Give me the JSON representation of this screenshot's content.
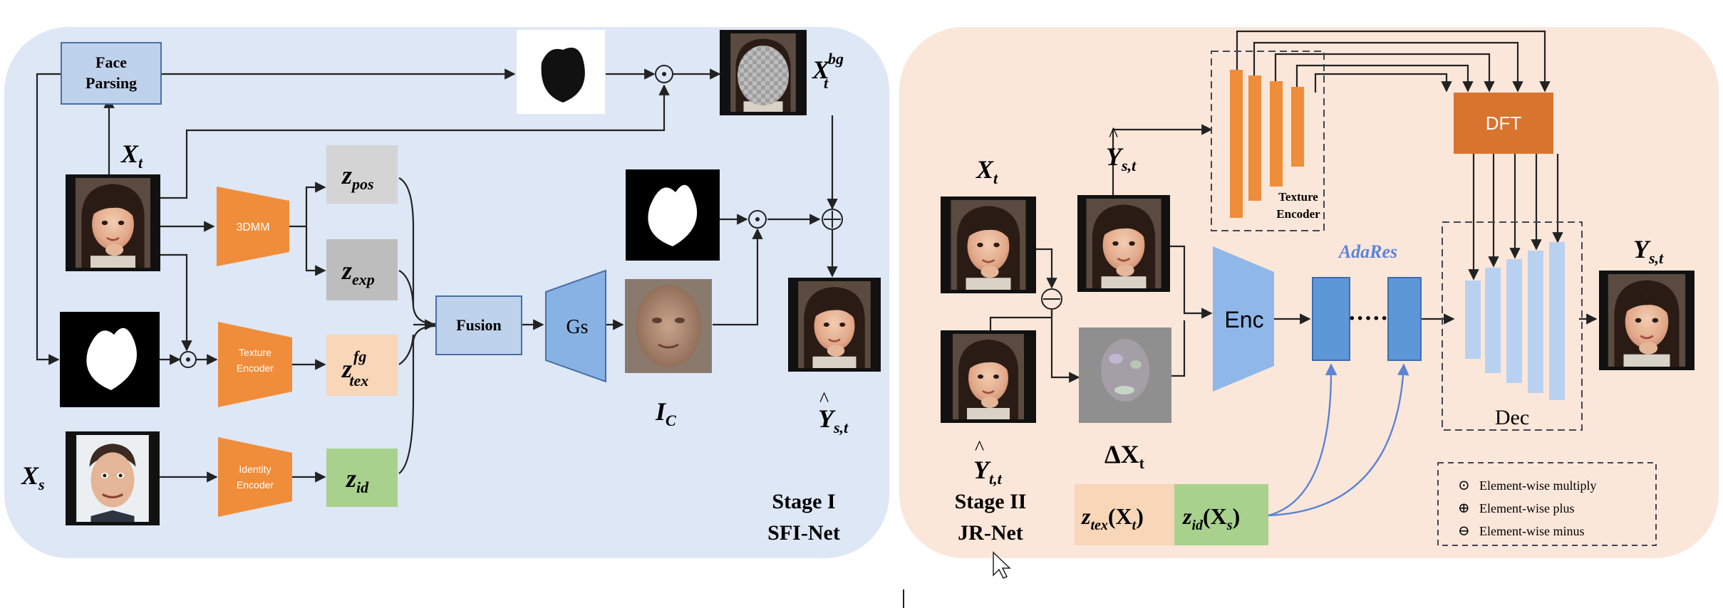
{
  "stage1": {
    "face_parsing": [
      "Face",
      "Parsing"
    ],
    "threedmm": "3DMM",
    "texture_encoder": [
      "Texture",
      "Encoder"
    ],
    "identity_encoder": [
      "Identity",
      "Encoder"
    ],
    "fusion": "Fusion",
    "gs": "Gs",
    "xt": {
      "base": "X",
      "sub": "t"
    },
    "xs": {
      "base": "X",
      "sub": "s"
    },
    "xt_bg": {
      "base": "X",
      "sub": "t",
      "sup": "bg"
    },
    "z_pos": {
      "base": "z",
      "sub": "pos"
    },
    "z_exp": {
      "base": "z",
      "sub": "exp"
    },
    "z_tex_fg": {
      "base": "z",
      "sub": "tex",
      "sup": "fg"
    },
    "z_id": {
      "base": "z",
      "sub": "id"
    },
    "ic": {
      "base": "I",
      "sub": "C"
    },
    "y_hat_st": {
      "base": "Y",
      "sub": "s,t",
      "hat": "^"
    },
    "title": [
      "Stage I",
      "SFI-Net"
    ]
  },
  "stage2": {
    "xt": {
      "base": "X",
      "sub": "t"
    },
    "y_hat_st": {
      "base": "Y",
      "sub": "s,t",
      "hat": "^"
    },
    "y_hat_tt": {
      "base": "Y",
      "sub": "t,t",
      "hat": "^"
    },
    "delta_xt": {
      "base": "ΔX",
      "sub": "t"
    },
    "texture_encoder": [
      "Texture",
      "Encoder"
    ],
    "dft": "DFT",
    "enc": "Enc",
    "adares": "AdaRes",
    "dots": "·····",
    "dec": "Dec",
    "y_st": {
      "base": "Y",
      "sub": "s,t"
    },
    "z_tex_xt": {
      "z": "z",
      "sub": "tex",
      "arg": "(X",
      "argsub": "t",
      "close": ")"
    },
    "z_id_xs": {
      "z": "z",
      "sub": "id",
      "arg": "(X",
      "argsub": "s",
      "close": ")"
    },
    "title": [
      "Stage II",
      "JR-Net"
    ],
    "legend": [
      {
        "symbol": "⊙",
        "label": "Element-wise multiply"
      },
      {
        "symbol": "⊕",
        "label": "Element-wise plus"
      },
      {
        "symbol": "⊖",
        "label": "Element-wise minus"
      }
    ]
  },
  "ops": {
    "multiply": "⊙",
    "plus": "⊕",
    "minus": "⊖"
  },
  "colors": {
    "stage1_bg": "#dde7f5",
    "stage2_bg": "#fbe7da",
    "orange": "#ef8d3b",
    "dft_orange": "#d9742f",
    "blue_box": "#bfd2ec",
    "gs_blue": "#88b2e4",
    "enc_blue": "#8fb7e8",
    "adares_blue": "#5d97d8",
    "dec_blue": "#b9d1f0",
    "z_gray": "#d4d4d4",
    "z_peach": "#f8d6b8",
    "z_green": "#a9d18e",
    "curve_blue": "#5b84d6"
  }
}
